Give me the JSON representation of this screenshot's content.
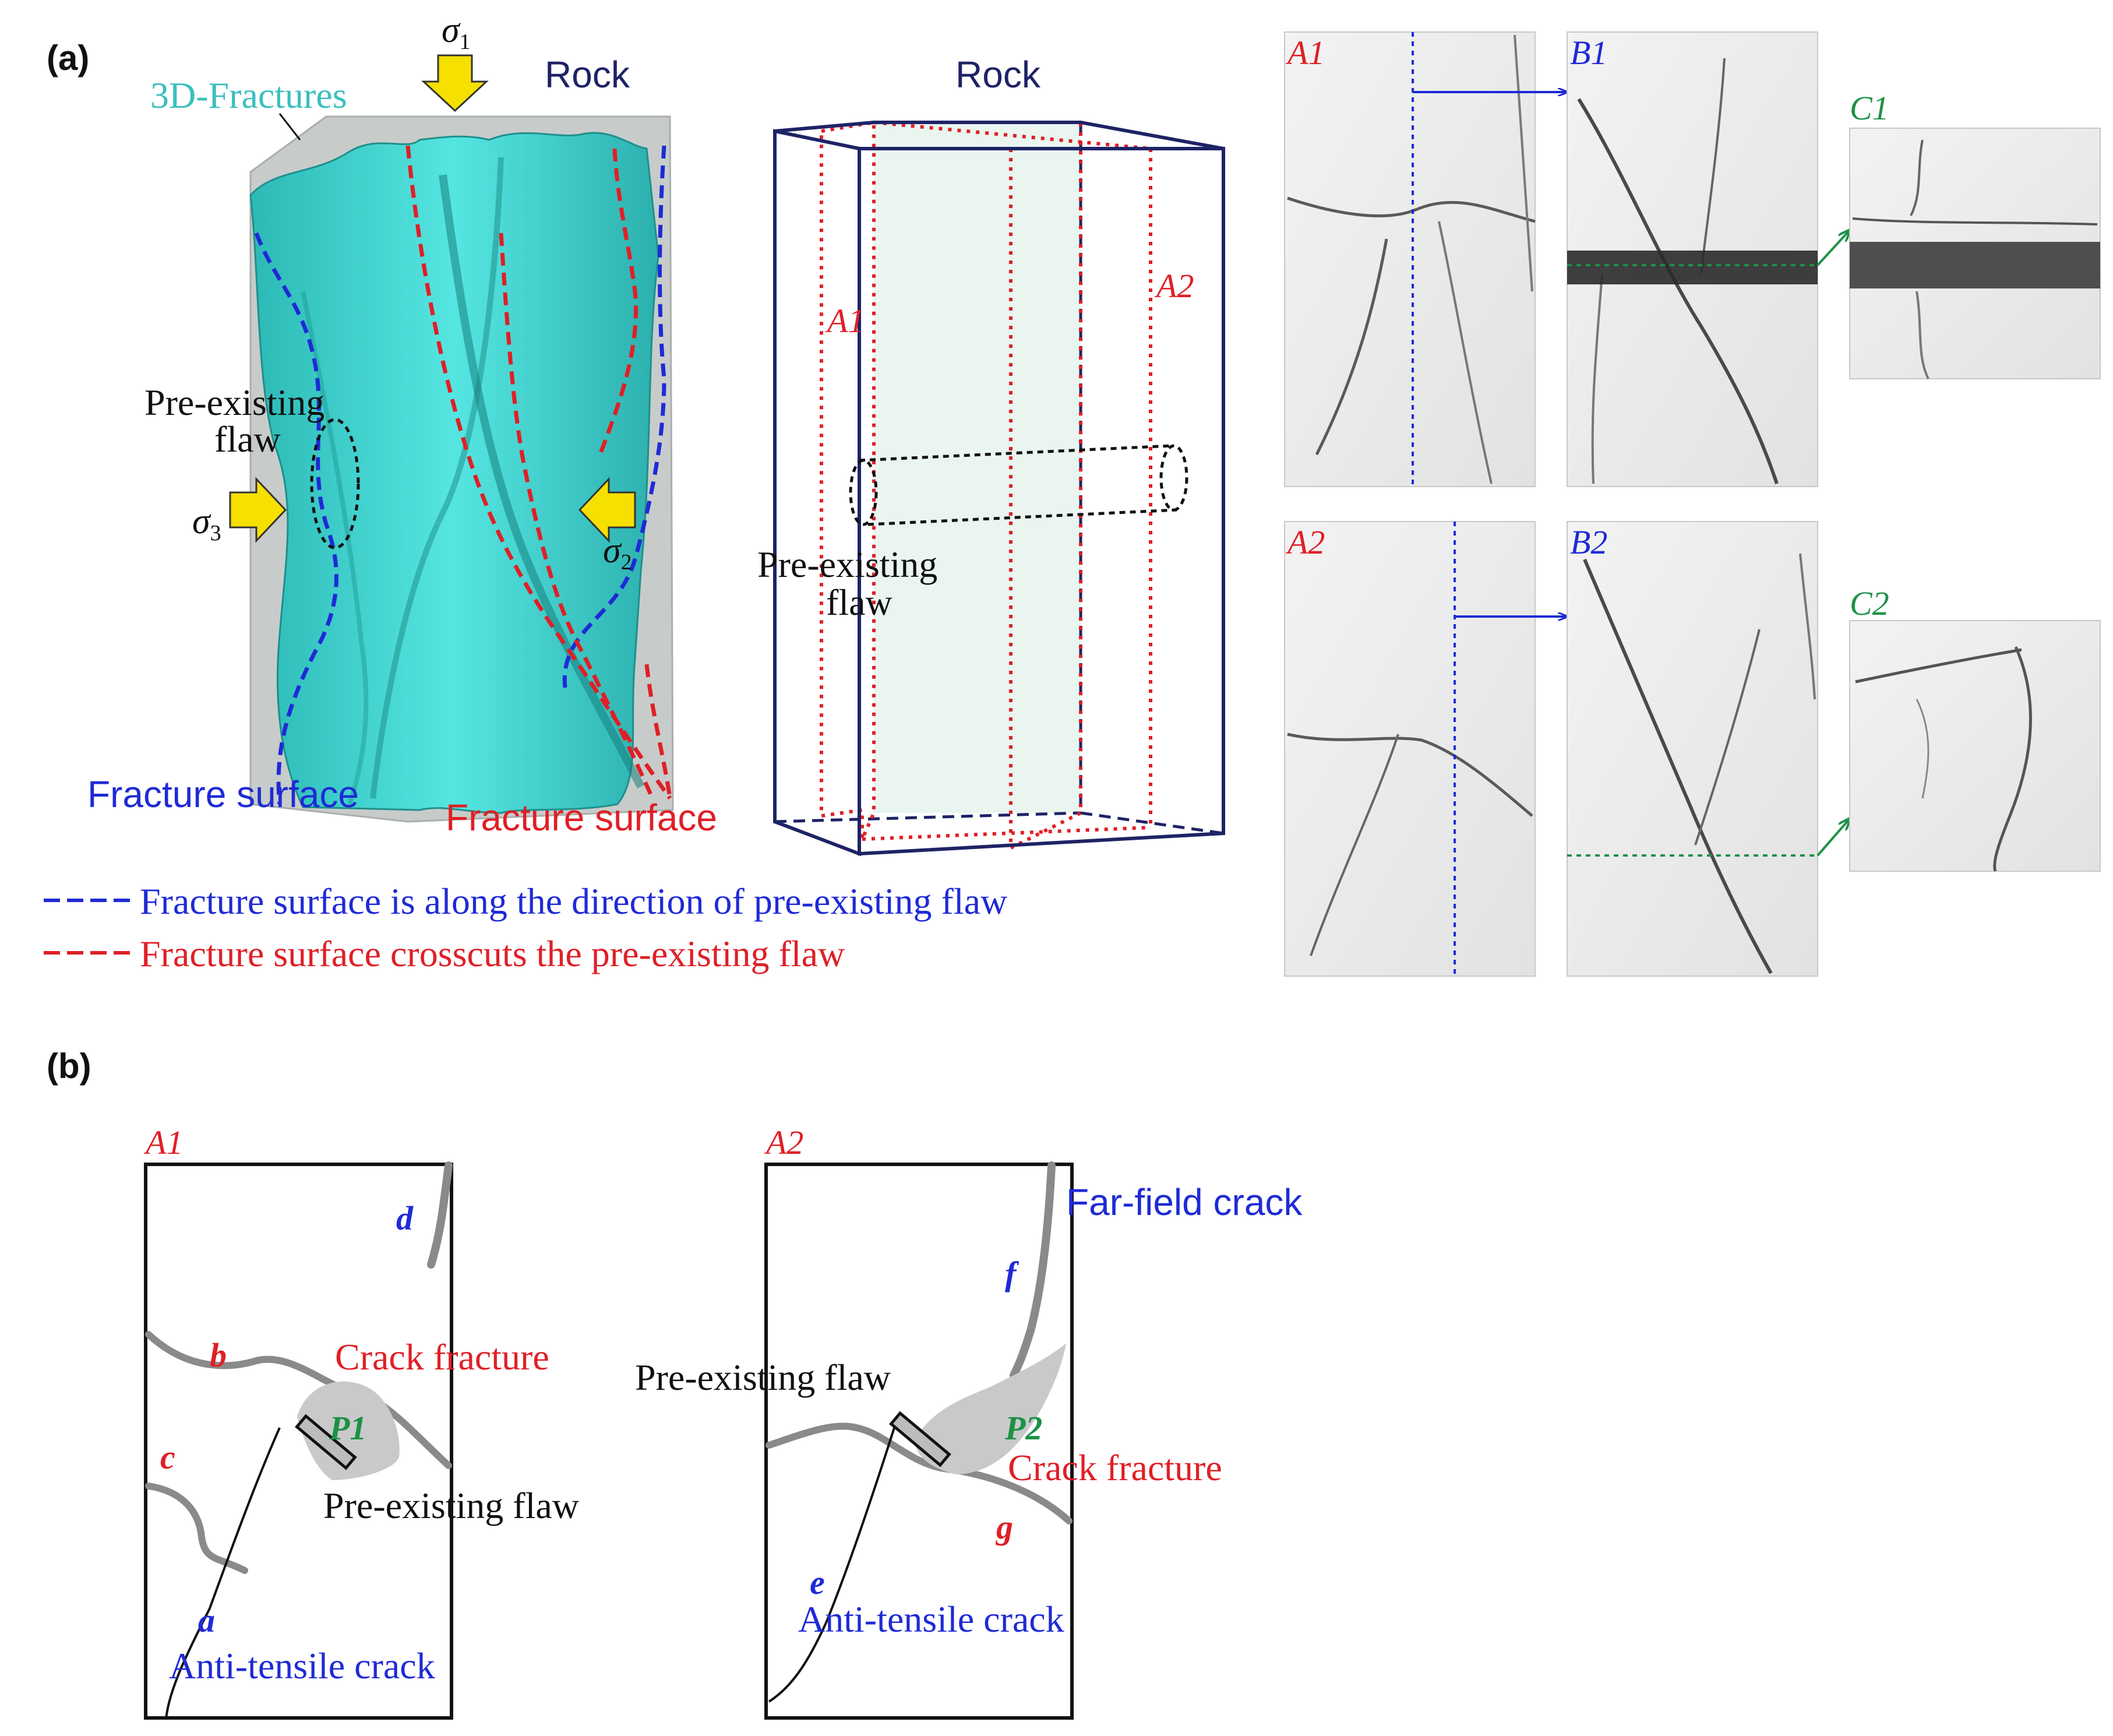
{
  "panel_a": {
    "label": "(a)",
    "model3d": {
      "fractures_label": "3D-Fractures",
      "rock_label": "Rock",
      "flaw_label_line1": "Pre-existing",
      "flaw_label_line2": "flaw",
      "sigma1": "σ",
      "sigma1_sub": "1",
      "sigma2": "σ",
      "sigma2_sub": "2",
      "sigma3": "σ",
      "sigma3_sub": "3",
      "fracture_surface_blue": "Fracture surface",
      "fracture_surface_red": "Fracture surface"
    },
    "box": {
      "rock_label": "Rock",
      "plane_a1": "A1",
      "plane_a2": "A2",
      "flaw_label_line1": "Pre-existing",
      "flaw_label_line2": "flaw"
    },
    "legend": {
      "blue": "Fracture surface is along the direction of pre-existing flaw",
      "red": "Fracture surface crosscuts the pre-existing flaw"
    },
    "scans": {
      "a1": "A1",
      "b1": "B1",
      "c1": "C1",
      "a2": "A2",
      "b2": "B2",
      "c2": "C2"
    }
  },
  "panel_b": {
    "label": "(b)",
    "sketch1": {
      "title": "A1",
      "crack_a": "a",
      "crack_b": "b",
      "crack_c": "c",
      "crack_d": "d",
      "zone": "P1",
      "crack_fracture": "Crack fracture",
      "flaw": "Pre-existing flaw",
      "anti_tensile": "Anti-tensile crack"
    },
    "sketch2": {
      "title": "A2",
      "crack_e": "e",
      "crack_f": "f",
      "crack_g": "g",
      "zone": "P2",
      "far_field": "Far-field crack",
      "crack_fracture": "Crack fracture",
      "flaw": "Pre-existing flaw",
      "anti_tensile": "Anti-tensile crack"
    }
  },
  "colors": {
    "blue": "#1f2ad6",
    "red": "#e01f26",
    "navy": "#1e2366",
    "green": "#1d9146",
    "teal": "#3fd6d2",
    "arrow": "#f5e000"
  }
}
